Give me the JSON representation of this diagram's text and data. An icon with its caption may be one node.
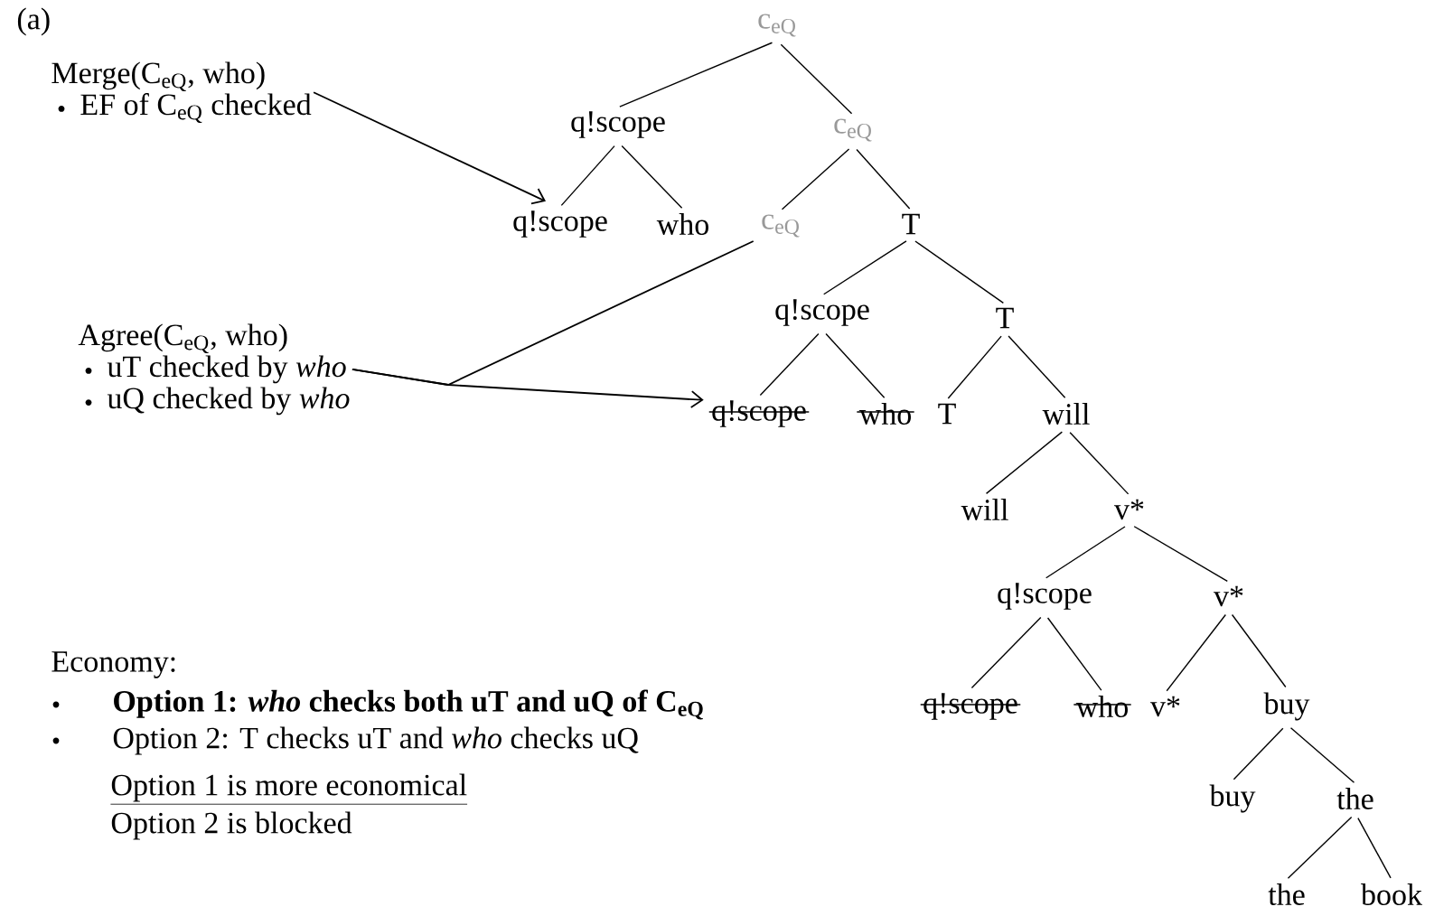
{
  "diagram": {
    "nodes": [
      {
        "text": [
          "c$_{eQ}$"
        ]
      },
      {
        "text": [
          "q!scope"
        ]
      },
      {
        "text": [
          "c$_{eQ}$"
        ]
      },
      {
        "text": [
          "q!scope"
        ]
      },
      {
        "text": [
          "who"
        ]
      },
      {
        "text": [
          "c$_{eQ}$"
        ]
      },
      {
        "text": [
          "T"
        ]
      },
      {
        "text": [
          "q!scope"
        ]
      },
      {
        "text": [
          "T"
        ]
      },
      {
        "text": [
          "q!scope"
        ]
      },
      {
        "text": [
          "who"
        ]
      },
      {
        "text": [
          "T"
        ]
      },
      {
        "text": [
          "will"
        ]
      },
      {
        "text": [
          "will"
        ]
      },
      {
        "text": [
          "v*"
        ]
      },
      {
        "text": [
          "q!scope"
        ]
      },
      {
        "text": [
          "v*"
        ]
      },
      {
        "text": [
          "q!scope"
        ]
      },
      {
        "text": [
          "who"
        ]
      },
      {
        "text": [
          "v*"
        ]
      },
      {
        "text": [
          "buy"
        ]
      },
      {
        "text": [
          "buy"
        ]
      },
      {
        "text": [
          "the"
        ]
      },
      {
        "text": [
          "the"
        ]
      },
      {
        "text": [
          "book"
        ]
      },
      {
        "text": [
          "Merge(C$_{eQ}$, who)",
          "EF of C$_{eQ}$ checked"
        ]
      },
      {
        "text": [
          "Agree(C$_{eQ}$, who)",
          "uT checked by *who*",
          "uQ checked by *who*"
        ]
      }
    ],
    "edges": [
      {
        "from": 0,
        "to": 1,
        "arrow": "none"
      },
      {
        "from": 0,
        "to": 2,
        "arrow": "none"
      },
      {
        "from": 1,
        "to": 3,
        "arrow": "none"
      },
      {
        "from": 1,
        "to": 4,
        "arrow": "none"
      },
      {
        "from": 2,
        "to": 5,
        "arrow": "none"
      },
      {
        "from": 2,
        "to": 6,
        "arrow": "none"
      },
      {
        "from": 6,
        "to": 7,
        "arrow": "none"
      },
      {
        "from": 6,
        "to": 8,
        "arrow": "none"
      },
      {
        "from": 7,
        "to": 9,
        "arrow": "none"
      },
      {
        "from": 7,
        "to": 10,
        "arrow": "none"
      },
      {
        "from": 8,
        "to": 11,
        "arrow": "none"
      },
      {
        "from": 8,
        "to": 12,
        "arrow": "none"
      },
      {
        "from": 12,
        "to": 13,
        "arrow": "none"
      },
      {
        "from": 12,
        "to": 14,
        "arrow": "none"
      },
      {
        "from": 14,
        "to": 15,
        "arrow": "none"
      },
      {
        "from": 14,
        "to": 16,
        "arrow": "none"
      },
      {
        "from": 15,
        "to": 17,
        "arrow": "none"
      },
      {
        "from": 15,
        "to": 18,
        "arrow": "none"
      },
      {
        "from": 16,
        "to": 19,
        "arrow": "none"
      },
      {
        "from": 16,
        "to": 20,
        "arrow": "none"
      },
      {
        "from": 20,
        "to": 21,
        "arrow": "none"
      },
      {
        "from": 20,
        "to": 22,
        "arrow": "none"
      },
      {
        "from": 22,
        "to": 23,
        "arrow": "none"
      },
      {
        "from": 22,
        "to": 24,
        "arrow": "none"
      },
      {
        "from": 25,
        "to": 3,
        "arrow": "to"
      },
      {
        "from": 26,
        "to": 5,
        "arrow": "none"
      },
      {
        "from": 26,
        "to": 9,
        "arrow": "to"
      }
    ],
    "labels": [
      "(a)",
      "Economy:",
      "Option 1: *who* checks both uT and uQ of C$_{eQ}$",
      "Option 2: T checks uT and *who* checks uQ",
      "Option 1 is more economical",
      "Option 2 is blocked"
    ]
  }
}
